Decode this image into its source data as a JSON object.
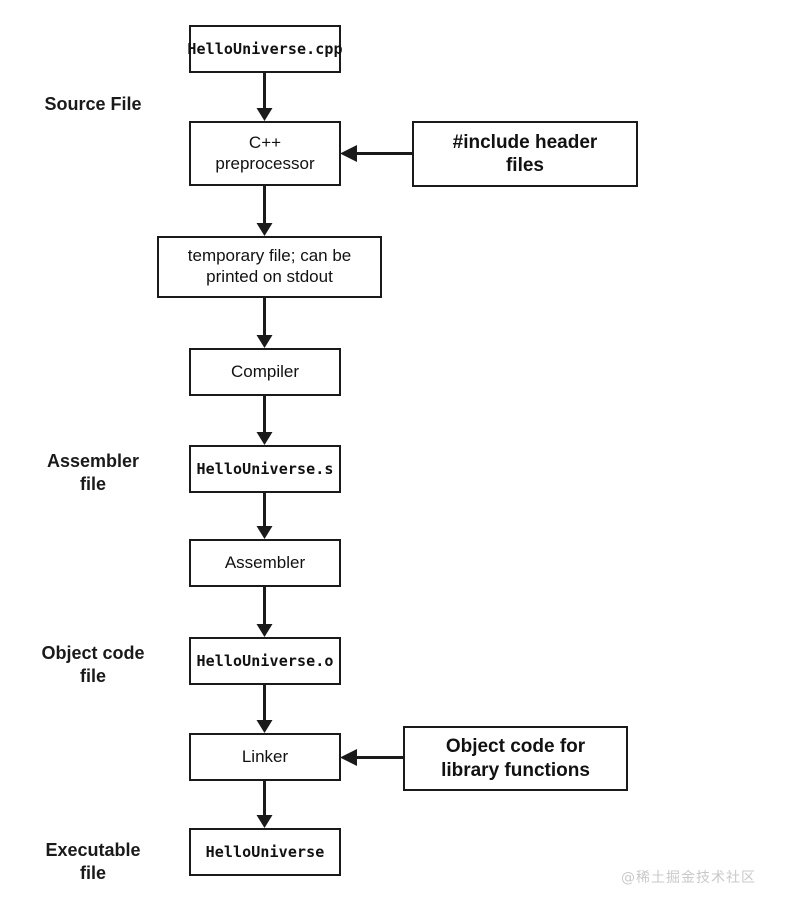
{
  "diagram": {
    "title": "C++ compilation pipeline",
    "line_color": "#1a1a1a",
    "background": "#ffffff"
  },
  "stage_labels": [
    {
      "id": "source-file",
      "text": "Source File"
    },
    {
      "id": "assembler-file",
      "text": "Assembler\nfile"
    },
    {
      "id": "object-code-file",
      "text": "Object code\nfile"
    },
    {
      "id": "executable-file",
      "text": "Executable\nfile"
    }
  ],
  "nodes": [
    {
      "id": "source",
      "text": "HelloUniverse.cpp",
      "style": "mono"
    },
    {
      "id": "preprocessor",
      "text": "C++\npreprocessor",
      "style": "sans"
    },
    {
      "id": "temp-file",
      "text": "temporary file; can be\nprinted on stdout",
      "style": "sans"
    },
    {
      "id": "compiler",
      "text": "Compiler",
      "style": "sans"
    },
    {
      "id": "assembly",
      "text": "HelloUniverse.s",
      "style": "mono"
    },
    {
      "id": "assembler",
      "text": "Assembler",
      "style": "sans"
    },
    {
      "id": "object",
      "text": "HelloUniverse.o",
      "style": "mono"
    },
    {
      "id": "linker",
      "text": "Linker",
      "style": "sans"
    },
    {
      "id": "executable",
      "text": "HelloUniverse",
      "style": "mono"
    },
    {
      "id": "include-headers",
      "text": "#include header\nfiles",
      "style": "sans-bold"
    },
    {
      "id": "library-objects",
      "text": "Object code for\nlibrary functions",
      "style": "sans-bold"
    }
  ],
  "watermark": {
    "text": "@稀土掘金技术社区"
  }
}
